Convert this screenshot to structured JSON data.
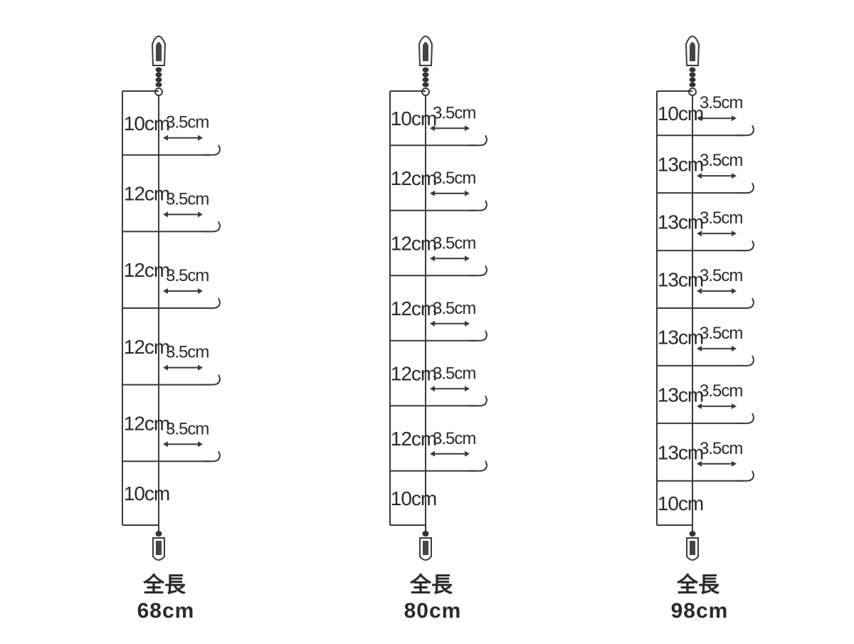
{
  "rigs": [
    {
      "segments": [
        "10cm",
        "12cm",
        "12cm",
        "12cm",
        "12cm",
        "10cm"
      ],
      "branch_labels": [
        "3.5cm",
        "3.5cm",
        "3.5cm",
        "3.5cm",
        "3.5cm"
      ],
      "total_title": "全長",
      "total_value": "68cm"
    },
    {
      "segments": [
        "10cm",
        "12cm",
        "12cm",
        "12cm",
        "12cm",
        "12cm",
        "10cm"
      ],
      "branch_labels": [
        "3.5cm",
        "3.5cm",
        "3.5cm",
        "3.5cm",
        "3.5cm",
        "3.5cm"
      ],
      "total_title": "全長",
      "total_value": "80cm"
    },
    {
      "segments": [
        "10cm",
        "13cm",
        "13cm",
        "13cm",
        "13cm",
        "13cm",
        "13cm",
        "10cm"
      ],
      "branch_labels": [
        "3.5cm",
        "3.5cm",
        "3.5cm",
        "3.5cm",
        "3.5cm",
        "3.5cm",
        "3.5cm"
      ],
      "total_title": "全長",
      "total_value": "98cm"
    }
  ],
  "icons": {
    "top": "swivel-icon",
    "bottom": "snap-icon",
    "hook": "hook-icon",
    "arrow": "double-arrow-icon"
  }
}
